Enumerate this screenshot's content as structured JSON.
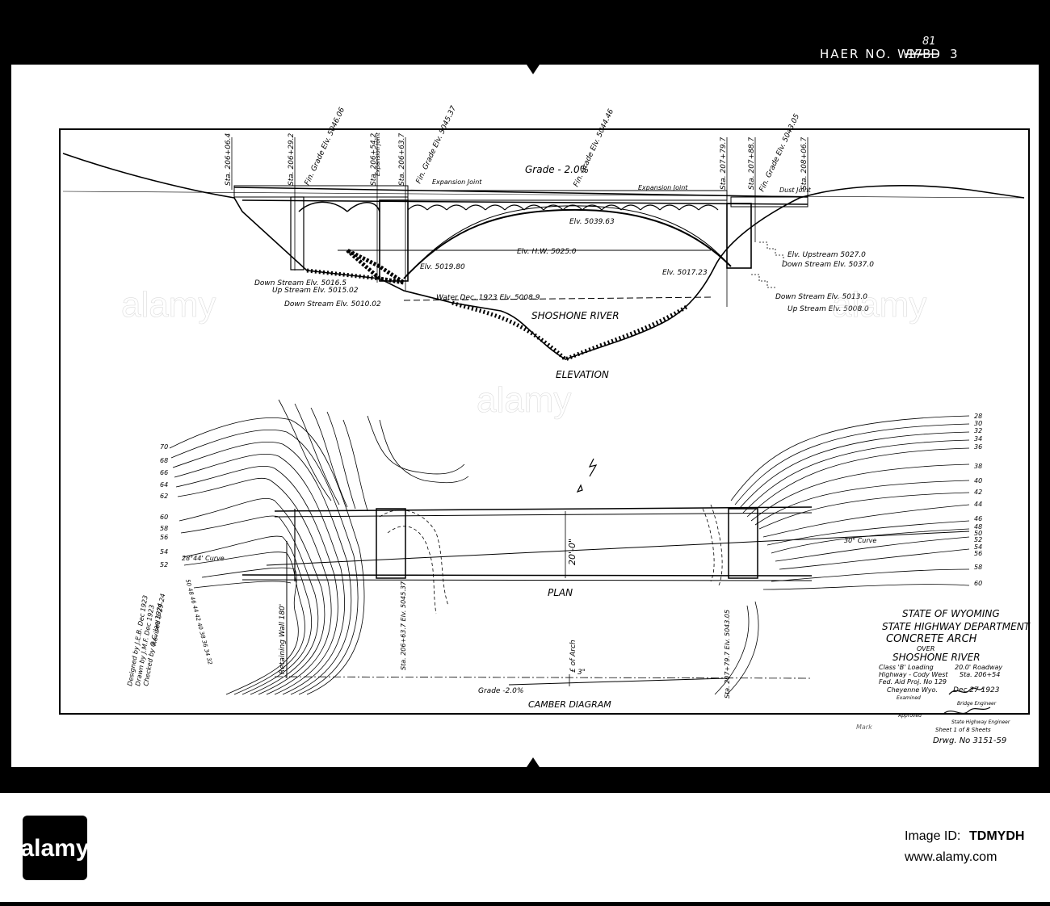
{
  "header": {
    "haer_number": "HAER NO. WY-",
    "haer_struck": "17BD",
    "haer_sheet": "3",
    "haer_handwritten": "81"
  },
  "elevation": {
    "title": "ELEVATION",
    "river": "SHOSHONE RIVER",
    "grade": "Grade - 2.0%",
    "stations": [
      "Sta. 206+06.4",
      "Sta. 206+29.2",
      "Sta. 206+54.2",
      "Sta. 206+63.7",
      "Sta. 207+79.7",
      "Sta. 207+88.7",
      "Sta. 208+06.7"
    ],
    "fin_grades": [
      "Fin. Grade Elv. 5046.06",
      "Fin. Grade Elv. 5045.37",
      "Fin. Grade Elv. 5044.46",
      "Fin. Grade Elv. 5043.05"
    ],
    "labels": {
      "expansion_joint_small": "Expansion Joint",
      "expansion_joint_1": "Expansion Joint",
      "expansion_joint_2": "Expansion Joint",
      "dust_joint": "Dust Joint",
      "crown": "Elv. 5039.63",
      "hw": "Elv. H.W. 5025.0",
      "springing_left": "Elv. 5019.80",
      "springing_right": "Elv. 5017.23",
      "water": "Water Dec. 1923 Elv. 5008.9",
      "ds_left_1": "Down Stream Elv. 5016.5",
      "us_left": "Up Stream Elv. 5015.02",
      "ds_left_2": "Down Stream Elv. 5010.02",
      "us_right_top": "Elv. Upstream 5027.0",
      "ds_right_top": "Down Stream Elv. 5037.0",
      "ds_right": "Down Stream Elv. 5013.0",
      "us_right": "Up Stream Elv. 5008.0"
    }
  },
  "plan": {
    "title": "PLAN",
    "roadway": "20'-0\"",
    "left_contours": [
      "70",
      "68",
      "66",
      "64",
      "62",
      "60",
      "58",
      "56",
      "54",
      "52"
    ],
    "left_low_contours": [
      "50",
      "48",
      "46",
      "44",
      "42",
      "40",
      "38",
      "36",
      "34",
      "32"
    ],
    "right_contours": [
      "28",
      "30",
      "32",
      "34",
      "36",
      "38",
      "40",
      "42",
      "44",
      "46",
      "48",
      "50",
      "52",
      "54",
      "56",
      "58",
      "60"
    ],
    "curve_left": "28°44' Curve",
    "curve_right": "30° Curve",
    "retaining_wall": "Retaining Wall 180'",
    "station_mid": "Sta. 206+63.7 Elv. 5045.37",
    "station_right": "Sta. 207+79.7 Elv. 5043.05"
  },
  "camber": {
    "title": "CAMBER DIAGRAM",
    "grade": "Grade -2.0%",
    "inches": "3\"",
    "arch": "£ of Arch"
  },
  "title_block": {
    "state": "STATE OF WYOMING",
    "department": "STATE HIGHWAY DEPARTMENT",
    "type": "CONCRETE ARCH",
    "over": "OVER",
    "river": "SHOSHONE RIVER",
    "loading": "Class 'B' Loading",
    "roadway": "20.0' Roadway",
    "highway": "Highway - Cody West",
    "sta": "Sta. 206+54",
    "project": "Fed. Aid Proj. No 129",
    "city": "Cheyenne Wyo.",
    "date": "Dec 27 1923",
    "examined": "Examined",
    "bridge_engineer": "Bridge Engineer",
    "approved": "Approved",
    "state_engineer": "State Highway Engineer",
    "sheet": "Sheet 1 of 8 Sheets",
    "drawing_number": "Drwg. No 3151-59",
    "mark": "Mark",
    "designed": "Designed by J.E.B. Dec 1923",
    "drawn": "Drawn by J.M.F. Dec 1923",
    "checked": "Checked by G.C. Jan 1924",
    "revised": "Revised 5-29-24"
  },
  "watermark": "alamy",
  "footer": {
    "image_id_label": "Image ID:",
    "image_id": "TDMYDH",
    "site": "www.alamy.com"
  }
}
